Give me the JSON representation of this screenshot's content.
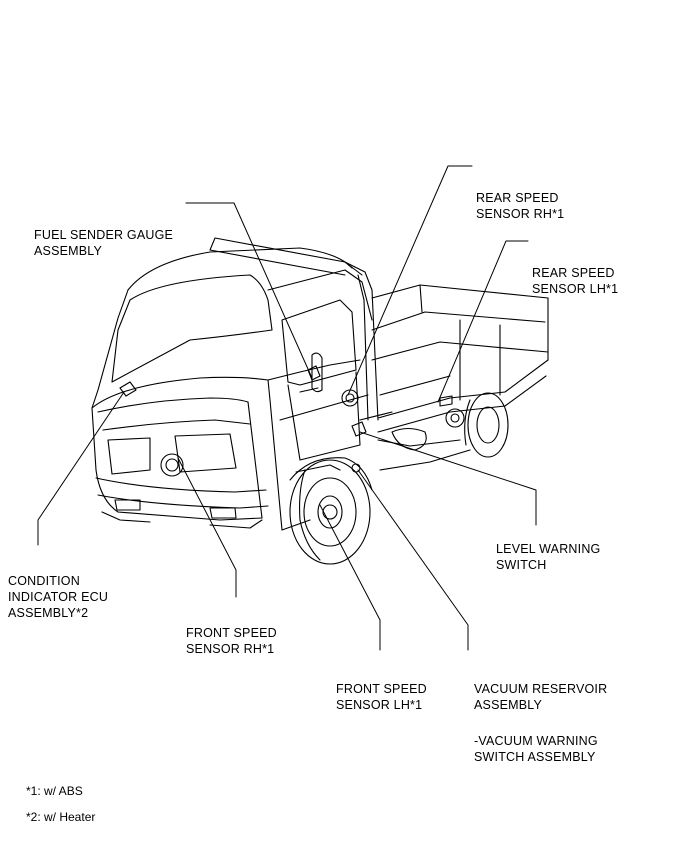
{
  "labels": {
    "fuel_sender_gauge": [
      "FUEL SENDER GAUGE",
      "ASSEMBLY"
    ],
    "rear_speed_sensor_rh": [
      "REAR SPEED",
      "SENSOR RH*1"
    ],
    "rear_speed_sensor_lh": [
      "REAR SPEED",
      "SENSOR LH*1"
    ],
    "level_warning_switch": [
      "LEVEL WARNING",
      "SWITCH"
    ],
    "condition_indicator_ecu": [
      "CONDITION",
      "INDICATOR ECU",
      "ASSEMBLY*2"
    ],
    "front_speed_sensor_rh": [
      "FRONT SPEED",
      "SENSOR RH*1"
    ],
    "front_speed_sensor_lh": [
      "FRONT SPEED",
      "SENSOR LH*1"
    ],
    "vacuum_reservoir": [
      "VACUUM RESERVOIR",
      "ASSEMBLY"
    ],
    "vacuum_warning_switch": [
      "-VACUUM WARNING",
      "SWITCH ASSEMBLY"
    ]
  },
  "footnotes": [
    "*1: w/ ABS",
    "*2: w/ Heater"
  ]
}
